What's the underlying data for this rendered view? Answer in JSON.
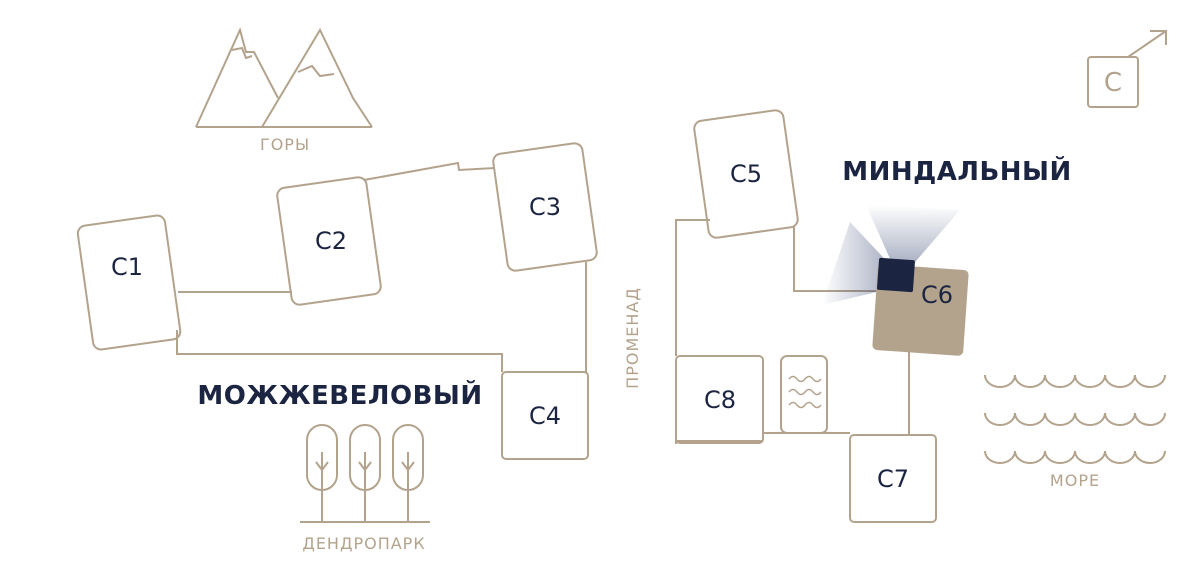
{
  "colors": {
    "line": "#b3a38d",
    "text_dark": "#1b2440",
    "highlight_fill": "#b3a38d",
    "accent": "#1b2440",
    "background": "#ffffff"
  },
  "buildings": {
    "c1": "С1",
    "c2": "С2",
    "c3": "С3",
    "c4": "С4",
    "c5": "С5",
    "c6": "С6",
    "c7": "С7",
    "c8": "С8"
  },
  "highlighted_building": "С6",
  "zones": {
    "mozhzhevelovy": "МОЖЖЕВЕЛОВЫЙ",
    "mindalny": "МИНДАЛЬНЫЙ"
  },
  "places": {
    "mountains": "ГОРЫ",
    "dendropark": "ДЕНДРОПАРК",
    "promenade": "ПРОМЕНАД",
    "sea": "МОРЕ"
  },
  "compass": {
    "label": "С",
    "icon": "north-arrow-icon"
  },
  "icons": [
    "mountains-icon",
    "trees-icon",
    "waves-icon",
    "pool-icon",
    "view-cone-icon"
  ]
}
